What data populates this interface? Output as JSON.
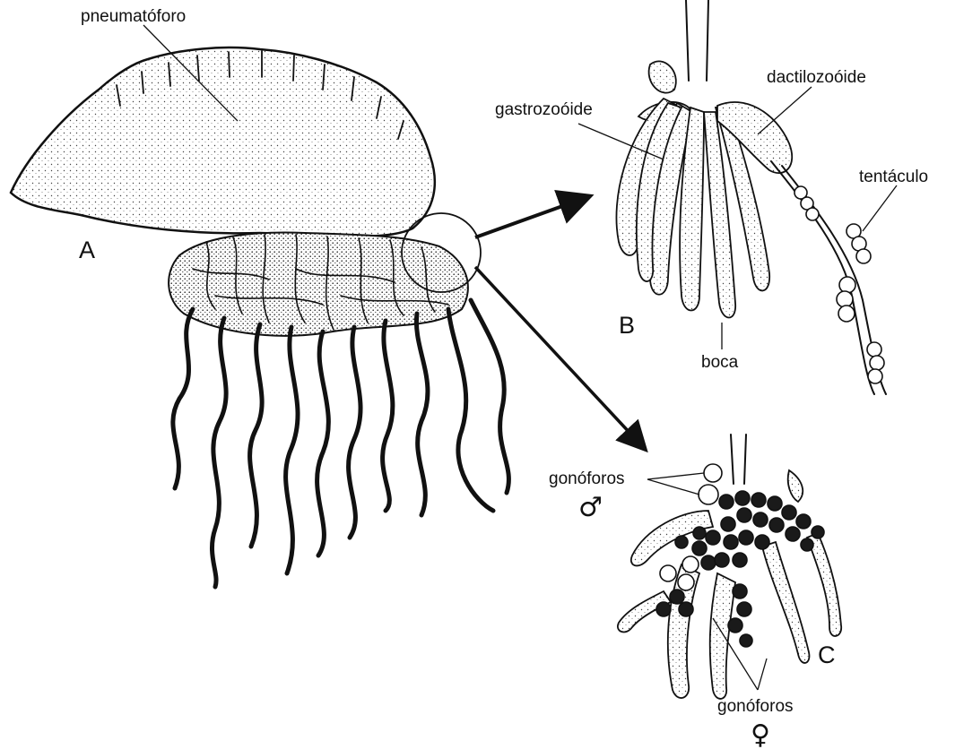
{
  "labels": {
    "pneumatoforo": "pneumatóforo",
    "gastrozooide": "gastrozoóide",
    "dactilozooide": "dactilozoóide",
    "tentaculo": "tentáculo",
    "boca": "boca",
    "gonoforos_male": "gonóforos",
    "gonoforos_female": "gonóforos"
  },
  "panels": {
    "a": "A",
    "b": "B",
    "c": "C"
  },
  "symbols": {
    "male": "♂",
    "female": "♀"
  }
}
